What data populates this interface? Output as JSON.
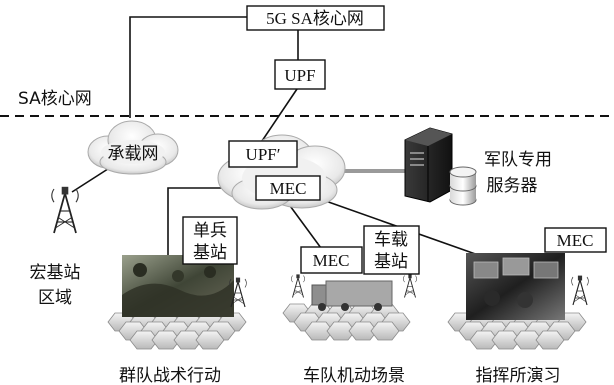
{
  "core_network": {
    "label": "5G SA核心网"
  },
  "upf": {
    "label": "UPF"
  },
  "upf_prime": {
    "label": "UPF′"
  },
  "region_label": "SA核心网",
  "bearer_network": {
    "label": "承载网"
  },
  "military_server": {
    "line1": "军队专用",
    "line2": "服务器"
  },
  "mec_center": {
    "label": "MEC"
  },
  "mec_vehicle": {
    "label": "MEC"
  },
  "mec_command": {
    "label": "MEC"
  },
  "single_soldier_station": {
    "line1": "单兵",
    "line2": "基站"
  },
  "vehicle_station": {
    "line1": "车载",
    "line2": "基站"
  },
  "macro_station": {
    "line1": "宏基站",
    "line2": "区域"
  },
  "scenarios": [
    "群队战术行动",
    "车队机动场景",
    "指挥所演习"
  ]
}
